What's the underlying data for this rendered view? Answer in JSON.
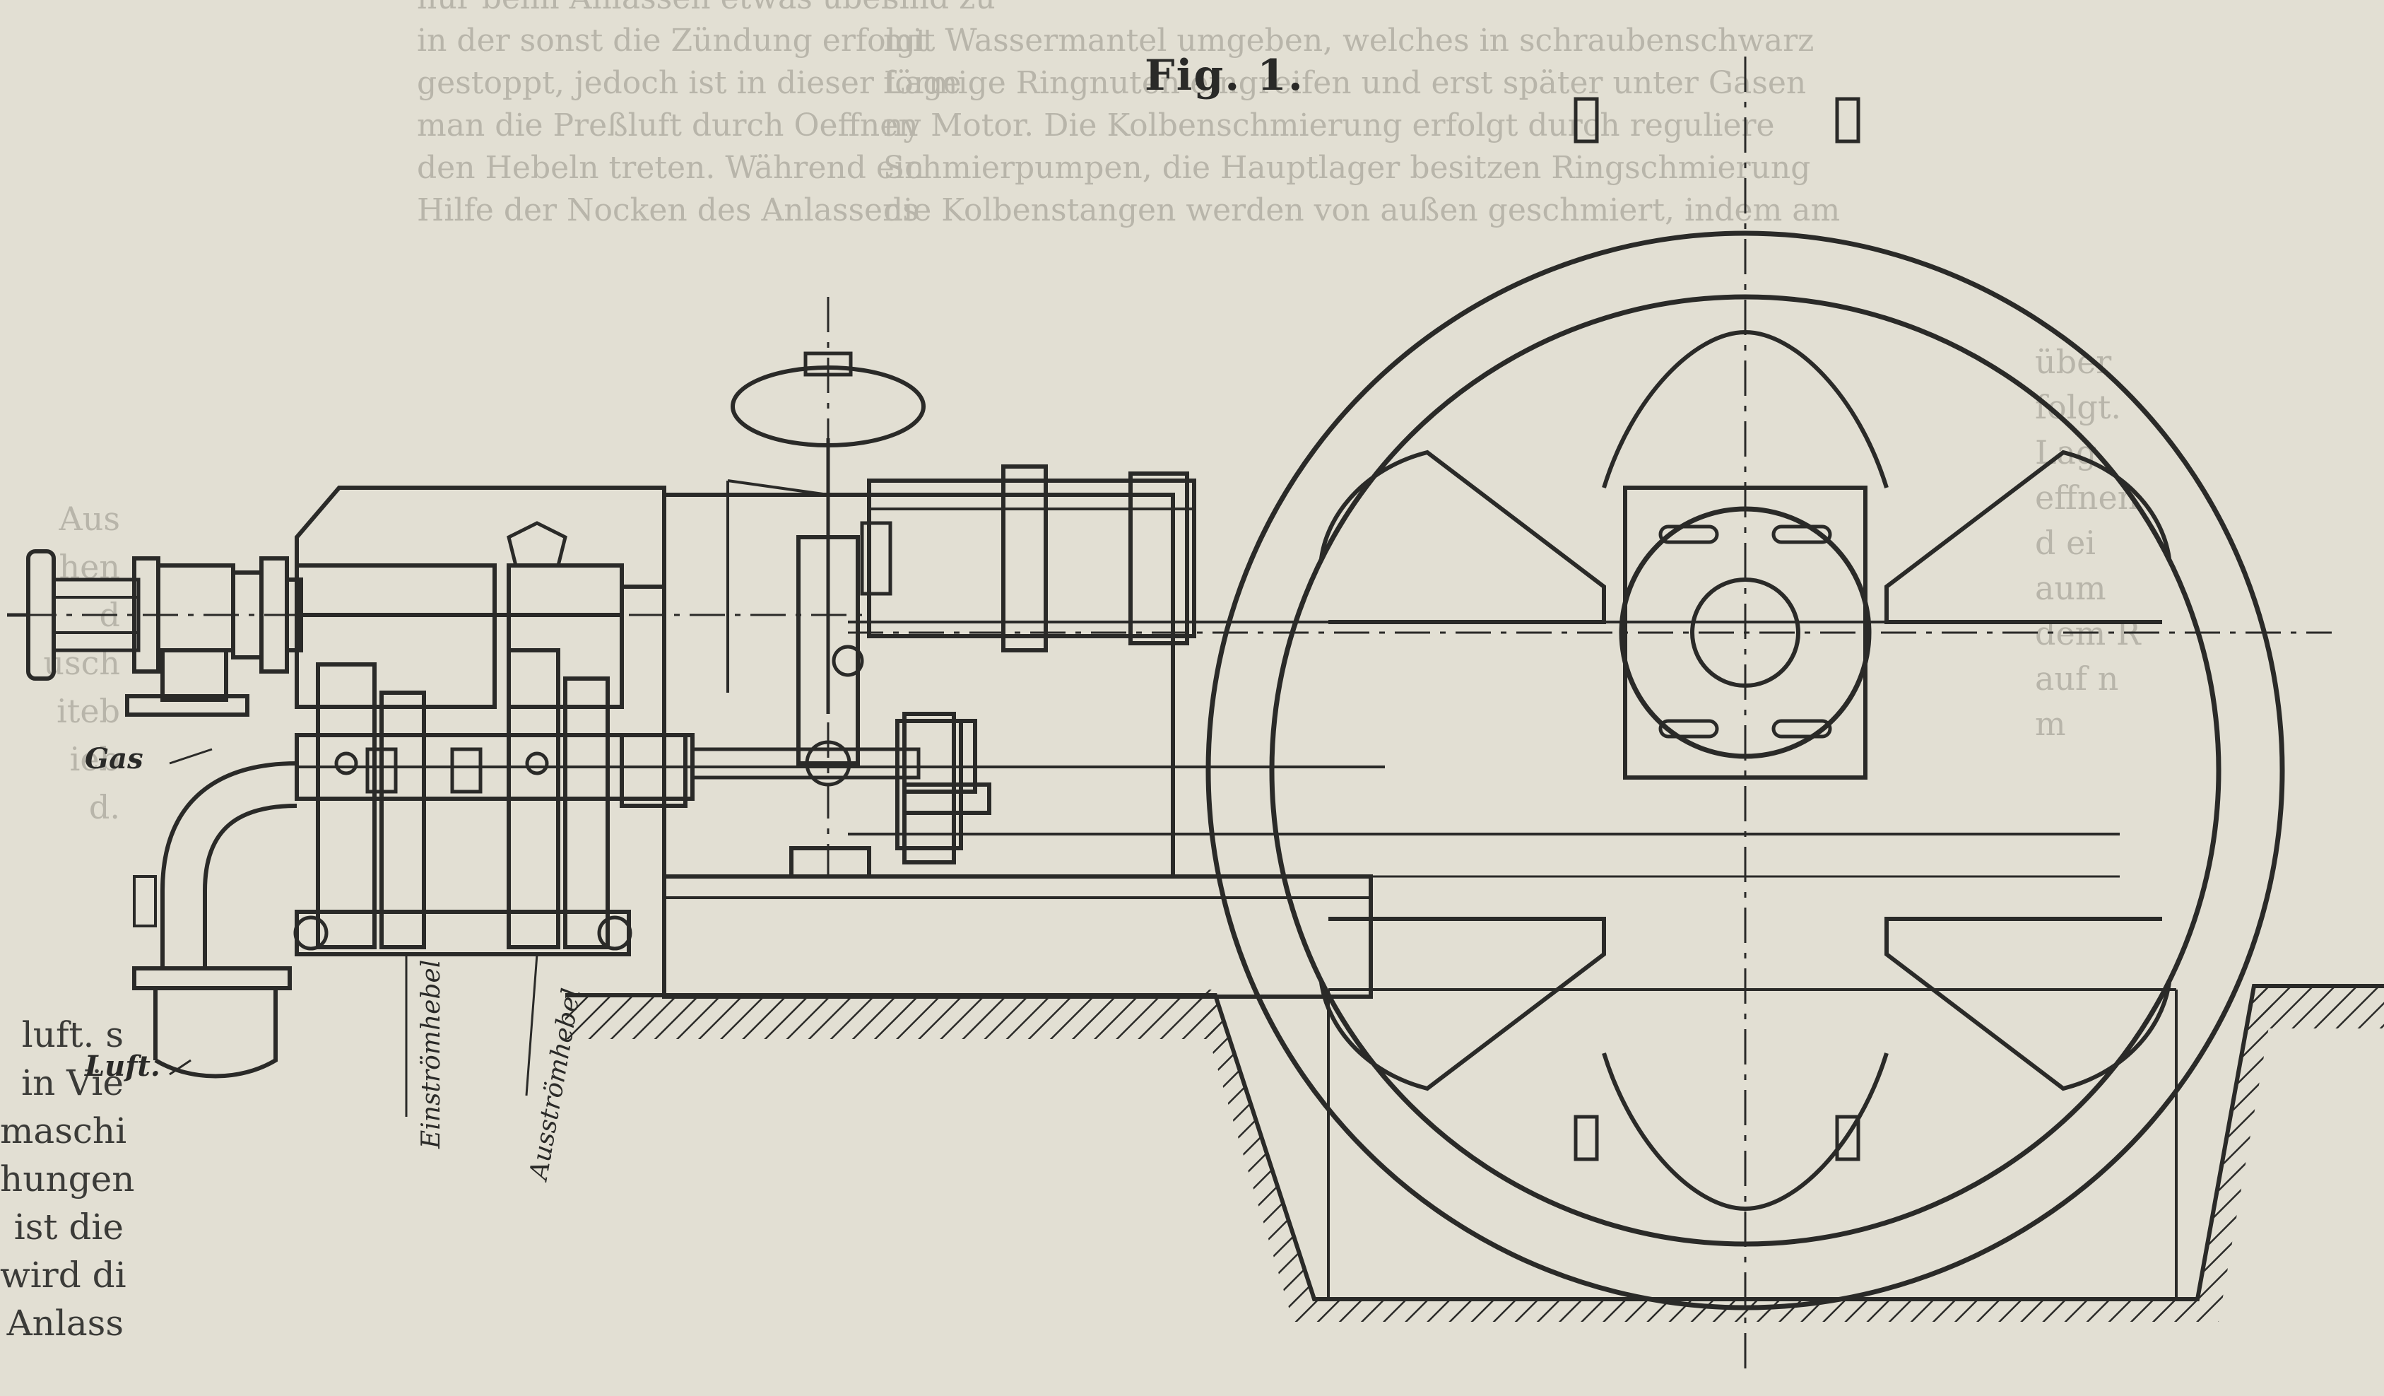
{
  "figure": {
    "caption": "Fig. 1."
  },
  "labels": {
    "gas": "Gas",
    "luft": "Luft.",
    "einstroemhebel": "Einströmhebel",
    "ausstroemhebel": "Ausströmhebel"
  },
  "bleed_text": {
    "top_lines": [
      "sind zu",
      "mit Wassermantel umgeben, welches in schraubenschwarz",
      "förmige Ringnuten eingreifen und erst später unter Gasen",
      "ny Motor. Die Kolbenschmierung erfolgt durch reguliere",
      "Schmierpumpen, die Hauptlager besitzen Ringschmierung",
      "die Kolbenstangen werden von außen geschmiert, indem am"
    ],
    "top_right_lines": [
      "nur beim Anlassen etwas über",
      "in der sonst die Zündung erfolgt",
      "gestoppt, jedoch ist in dieser Lage",
      "man die Preßluft durch Oeffnen",
      "den Hebeln treten. Während ein",
      "Hilfe der Nocken des Anlassens"
    ],
    "right_column_fragments": [
      "über",
      "folgt.",
      "Lag",
      "effnen",
      "d ei",
      "aum",
      "dem R",
      "auf n",
      "m"
    ],
    "left_column_fragments": [
      "Aus",
      "hen",
      "d",
      "usch",
      "iteb",
      "ieb",
      "d.",
      "luft. s",
      "in Vie",
      "maschi",
      "hungen",
      "ist die",
      "wird di",
      "Anlass"
    ]
  },
  "icons": {
    "flywheel": "flywheel-icon",
    "governor": "governor-icon",
    "valve_handwheel": "handwheel-icon"
  },
  "colors": {
    "paper": "#e2dfd3",
    "ink": "#2a2a28",
    "bleed": "#b8b5aa"
  }
}
